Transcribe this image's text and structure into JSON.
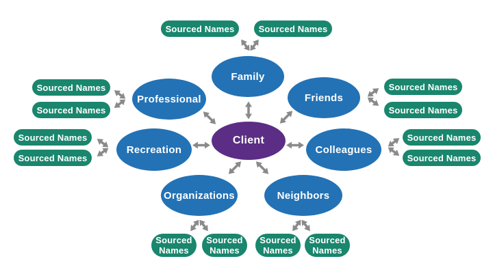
{
  "colors": {
    "node_blue": "#2372B5",
    "client_purple": "#5C2D84",
    "pill_green": "#19866D",
    "arrow_gray": "#8A8A8A",
    "label_text": "#FFFFFF",
    "background": "#FFFFFF"
  },
  "client": {
    "label": "Client"
  },
  "nodes": {
    "family": {
      "label": "Family",
      "pills_position": "top",
      "pills": [
        "Sourced Names",
        "Sourced Names"
      ]
    },
    "professional": {
      "label": "Professional",
      "pills_position": "left",
      "pills": [
        "Sourced Names",
        "Sourced Names"
      ]
    },
    "friends": {
      "label": "Friends",
      "pills_position": "right",
      "pills": [
        "Sourced Names",
        "Sourced Names"
      ]
    },
    "recreation": {
      "label": "Recreation",
      "pills_position": "left",
      "pills": [
        "Sourced Names",
        "Sourced Names"
      ]
    },
    "colleagues": {
      "label": "Colleagues",
      "pills_position": "right",
      "pills": [
        "Sourced Names",
        "Sourced Names"
      ]
    },
    "organizations": {
      "label": "Organizations",
      "pills_position": "bottom",
      "pills": [
        "Sourced Names",
        "Sourced Names"
      ]
    },
    "neighbors": {
      "label": "Neighbors",
      "pills_position": "bottom",
      "pills": [
        "Sourced Names",
        "Sourced Names"
      ]
    }
  },
  "connections": {
    "style": "double-headed-arrow",
    "client_connects_to": [
      "Family",
      "Professional",
      "Friends",
      "Recreation",
      "Colleagues",
      "Organizations",
      "Neighbors"
    ],
    "node_to_pills_style": "forked-double-headed-arrow"
  }
}
